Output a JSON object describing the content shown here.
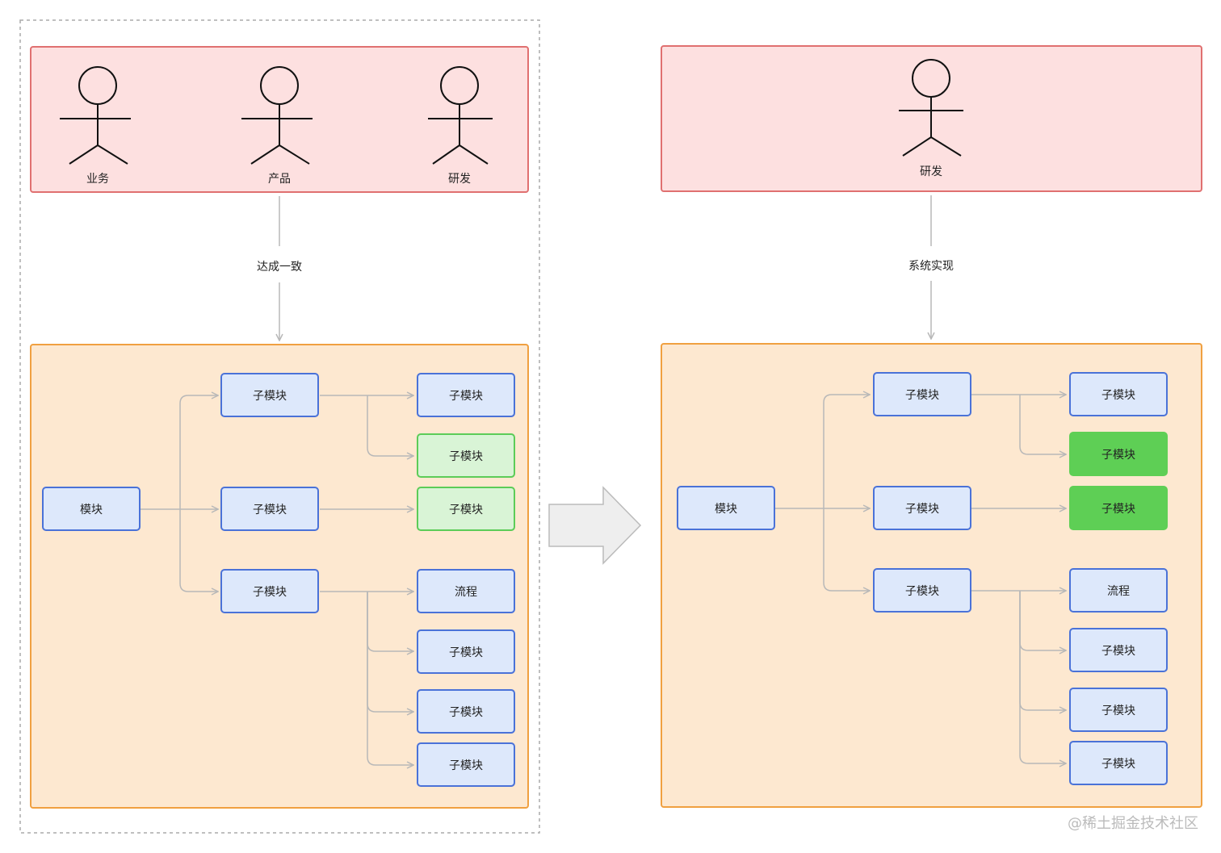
{
  "colors": {
    "role_panel_fill": "#fde0e0",
    "role_panel_stroke": "#e07070",
    "module_panel_fill": "#fde8d0",
    "module_panel_stroke": "#f0a040",
    "node_fill": "#dde8fb",
    "node_stroke": "#4a72d8",
    "node_light_green_fill": "#d9f4d6",
    "node_light_green_stroke": "#5ccc58",
    "node_green_fill": "#5ecf55",
    "connector": "#b8b8b8",
    "dashed_border": "#aaaaaa",
    "big_arrow_fill": "#eeeeee",
    "big_arrow_stroke": "#bbbbbb",
    "text": "#222222"
  },
  "left_diagram": {
    "actors": [
      {
        "label": "业务"
      },
      {
        "label": "产品"
      },
      {
        "label": "研发"
      }
    ],
    "edge_label": "达成一致",
    "root": "模块",
    "level1": [
      {
        "label": "子模块",
        "children": [
          {
            "label": "子模块",
            "status": "normal"
          },
          {
            "label": "子模块",
            "status": "light-green"
          }
        ]
      },
      {
        "label": "子模块",
        "children": [
          {
            "label": "子模块",
            "status": "light-green"
          }
        ]
      },
      {
        "label": "子模块",
        "children": [
          {
            "label": "流程",
            "status": "normal"
          },
          {
            "label": "子模块",
            "status": "normal"
          },
          {
            "label": "子模块",
            "status": "normal"
          },
          {
            "label": "子模块",
            "status": "normal"
          }
        ]
      }
    ]
  },
  "right_diagram": {
    "actors": [
      {
        "label": "研发"
      }
    ],
    "edge_label": "系统实现",
    "root": "模块",
    "level1": [
      {
        "label": "子模块",
        "children": [
          {
            "label": "子模块",
            "status": "normal"
          },
          {
            "label": "子模块",
            "status": "green"
          }
        ]
      },
      {
        "label": "子模块",
        "children": [
          {
            "label": "子模块",
            "status": "green"
          }
        ]
      },
      {
        "label": "子模块",
        "children": [
          {
            "label": "流程",
            "status": "normal"
          },
          {
            "label": "子模块",
            "status": "normal"
          },
          {
            "label": "子模块",
            "status": "normal"
          },
          {
            "label": "子模块",
            "status": "normal"
          }
        ]
      }
    ]
  },
  "watermark": "@稀土掘金技术社区"
}
